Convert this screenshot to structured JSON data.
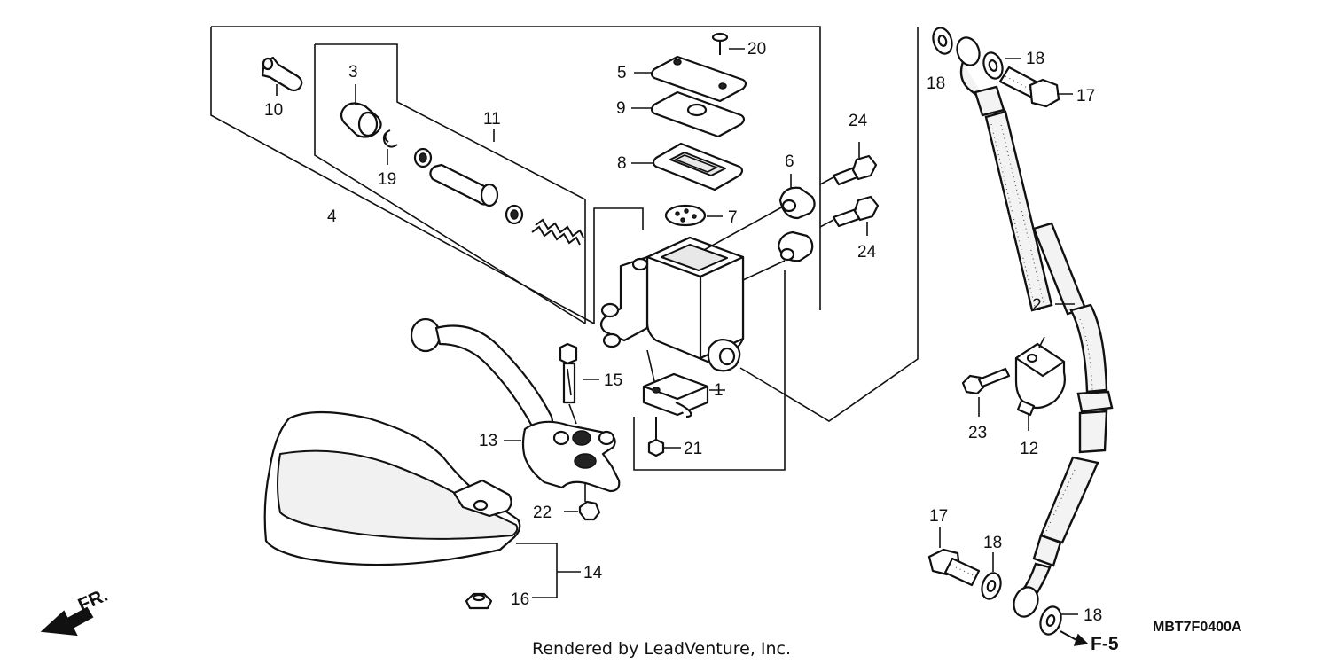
{
  "parts": {
    "p1": "1",
    "p2": "2",
    "p3": "3",
    "p4": "4",
    "p5": "5",
    "p6": "6",
    "p7": "7",
    "p8": "8",
    "p9": "9",
    "p10": "10",
    "p11": "11",
    "p12": "12",
    "p13": "13",
    "p14": "14",
    "p15": "15",
    "p16": "16",
    "p17a": "17",
    "p17b": "17",
    "p18a": "18",
    "p18b": "18",
    "p18c": "18",
    "p18d": "18",
    "p19": "19",
    "p20": "20",
    "p21": "21",
    "p22": "22",
    "p23": "23",
    "p24a": "24",
    "p24b": "24"
  },
  "front_arrow_label": "FR.",
  "ref_label": "F-5",
  "diagram_code": "MBT7F0400A",
  "credit": "Rendered by LeadVenture, Inc."
}
